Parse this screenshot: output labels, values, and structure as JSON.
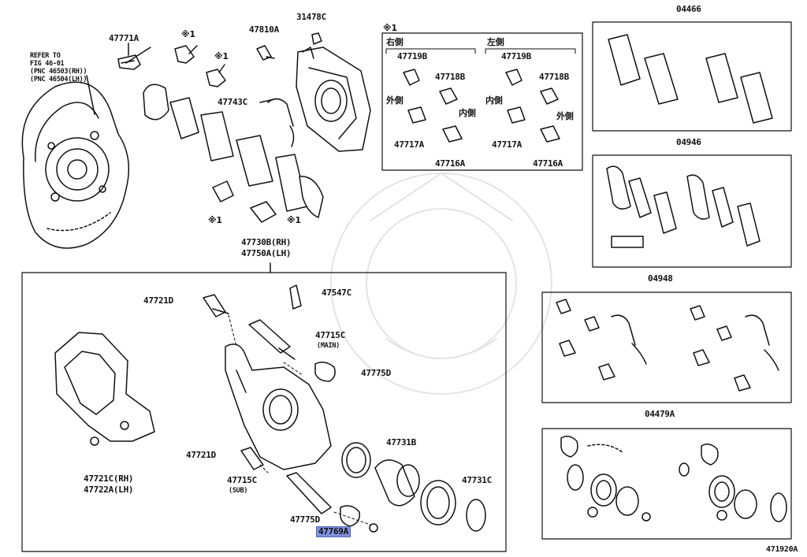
{
  "diagram_id": "471920A",
  "refer": [
    "REFER TO",
    "FIG 46-01",
    "(PNC 46503(RH))",
    "(PNC 46504(LH))"
  ],
  "highlight": "47769A",
  "notes": {
    "mark": "※1",
    "rh": "右側",
    "lh": "左側",
    "outer": "外側",
    "inner": "内側"
  },
  "labels": {
    "p47771A": "47771A",
    "p47810A": "47810A",
    "p31478C": "31478C",
    "p47743C": "47743C",
    "p47730B": "47730B(RH)",
    "p47750A": "47750A(LH)",
    "p47721D_top": "47721D",
    "p47547C": "47547C",
    "p47715C_top": "47715C",
    "main": "(MAIN)",
    "p47775D_top": "47775D",
    "p47731B": "47731B",
    "p47721D_bot": "47721D",
    "p47715C_bot": "47715C",
    "sub": "(SUB)",
    "p47731C": "47731C",
    "p47775D_bot": "47775D",
    "p47769A": "47769A",
    "p47721C": "47721C(RH)",
    "p47722A": "47722A(LH)",
    "p47719B_r": "47719B",
    "p47718B_r": "47718B",
    "p47717A_r": "47717A",
    "p47716A_r": "47716A",
    "p47719B_l": "47719B",
    "p47718B_l": "47718B",
    "p47717A_l": "47717A",
    "p47716A_l": "47716A",
    "k04466": "04466",
    "k04946": "04946",
    "k04948": "04948",
    "k04479A": "04479A"
  }
}
